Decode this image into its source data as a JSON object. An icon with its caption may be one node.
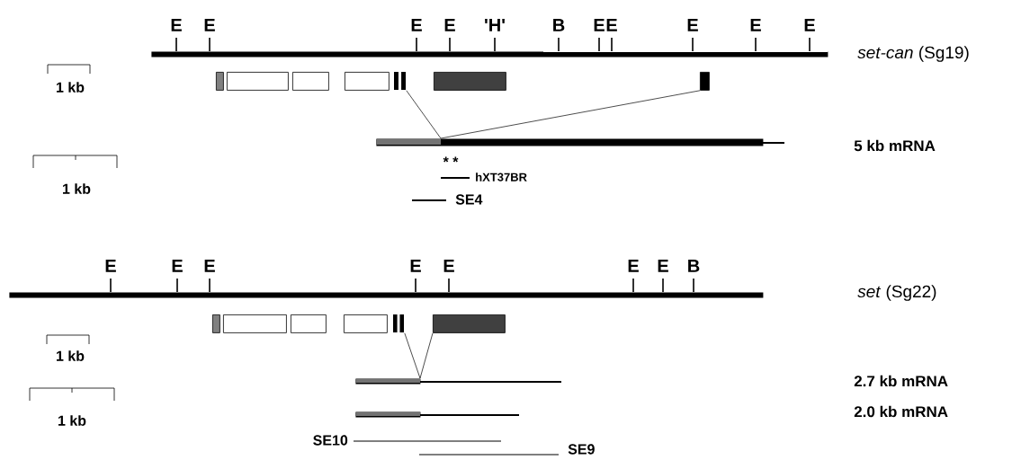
{
  "diagram": {
    "nodes": [
      {
        "text": [],
        "shape": "bar"
      },
      {
        "text": [],
        "shape": "box"
      },
      {
        "text": [],
        "shape": "box"
      },
      {
        "text": [],
        "shape": "box"
      },
      {
        "text": [],
        "shape": "box"
      },
      {
        "text": [],
        "shape": "box"
      },
      {
        "text": [],
        "shape": "box"
      },
      {
        "text": [],
        "shape": "box"
      },
      {
        "text": [],
        "shape": "bar"
      },
      {
        "text": [],
        "shape": "bar"
      },
      {
        "text": [],
        "shape": "box"
      },
      {
        "text": [],
        "shape": "box"
      },
      {
        "text": [],
        "shape": "box"
      },
      {
        "text": [],
        "shape": "box"
      },
      {
        "text": [],
        "shape": "box"
      },
      {
        "text": [],
        "shape": "box"
      },
      {
        "text": [],
        "shape": "bar"
      },
      {
        "text": [],
        "shape": "bar"
      }
    ],
    "edges": [
      {
        "from": 5,
        "to": 8,
        "arrow": "none"
      },
      {
        "from": 7,
        "to": 8,
        "arrow": "none"
      },
      {
        "from": 14,
        "to": 16,
        "arrow": "none"
      },
      {
        "from": 15,
        "to": 16,
        "arrow": "none"
      }
    ],
    "labels": [
      "E",
      "E",
      "E",
      "E",
      "'H'",
      "B",
      "E",
      "E",
      "E",
      "E",
      "E",
      "*set-can*  (Sg19)",
      "1 kb",
      "5 kb mRNA",
      "1 kb",
      "* *",
      "hXT37BR",
      "SE4",
      "E",
      "E",
      "E",
      "E",
      "E",
      "E",
      "E",
      "B",
      "*set*   (Sg22)",
      "1 kb",
      "2.7 kb mRNA",
      "1 kb",
      "2.0 kb mRNA",
      "SE10",
      "SE9"
    ]
  }
}
